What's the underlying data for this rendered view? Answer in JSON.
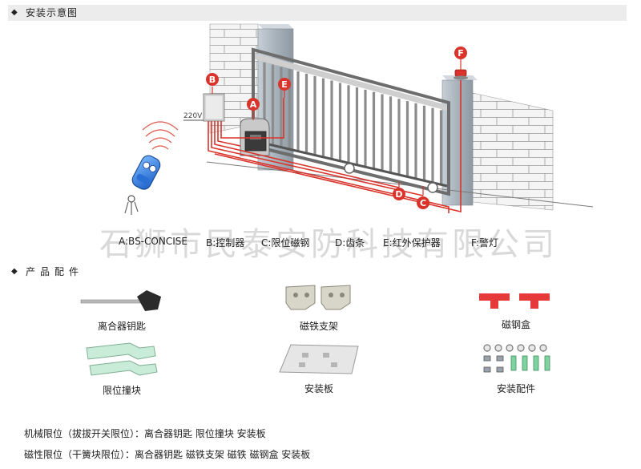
{
  "sections": {
    "install": {
      "label": "安装示意图"
    },
    "parts": {
      "label": "产品配件"
    }
  },
  "diagram": {
    "power_label": "220V",
    "markers": [
      "A",
      "B",
      "C",
      "D",
      "E",
      "F"
    ],
    "colors": {
      "marker": "#d9342b",
      "wire": "#d9342b",
      "post": "#a9b4bd",
      "wall": "#f2f2f2"
    },
    "icons": [
      "brick-wall",
      "gate",
      "motor",
      "control-box",
      "remote-control",
      "warning-lamp"
    ]
  },
  "watermark": "石狮市民泰安防科技有限公司",
  "legend": [
    {
      "key": "A",
      "text": "A:BS-CONCISE"
    },
    {
      "key": "B",
      "text": "B:控制器"
    },
    {
      "key": "C",
      "text": "C:限位磁钢"
    },
    {
      "key": "D",
      "text": "D:齿条"
    },
    {
      "key": "E",
      "text": "E:红外保护器"
    },
    {
      "key": "F",
      "text": "F:警灯"
    }
  ],
  "parts": [
    {
      "label": "离合器钥匙",
      "icon": "clutch-key-icon"
    },
    {
      "label": "磁铁支架",
      "icon": "magnet-bracket-icon"
    },
    {
      "label": "磁钢盒",
      "icon": "magnet-box-icon"
    },
    {
      "label": "限位撞块",
      "icon": "limit-block-icon"
    },
    {
      "label": "安装板",
      "icon": "mounting-plate-icon"
    },
    {
      "label": "安装配件",
      "icon": "hardware-icon"
    }
  ],
  "notes": [
    "机械限位（拔拔开关限位）：离合器钥匙 限位撞块 安装板",
    "磁性限位（干簧块限位）：离合器钥匙 磁铁支架 磁铁 磁钢盒 安装板"
  ]
}
